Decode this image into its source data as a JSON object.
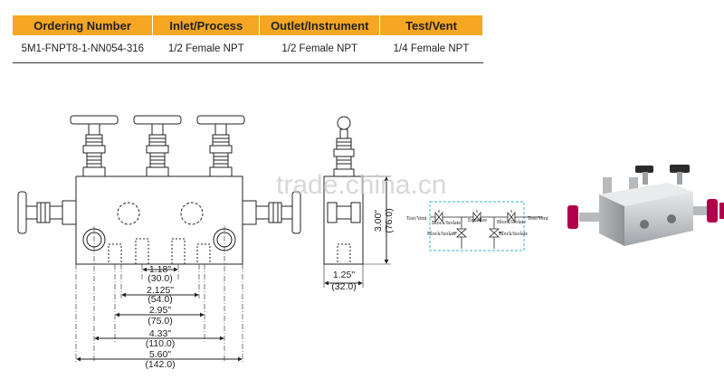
{
  "table": {
    "headers": [
      "Ordering Number",
      "Inlet/Process",
      "Outlet/Instrument",
      "Test/Vent"
    ],
    "rows": [
      [
        "5M1-FNPT8-1-NN054-316",
        "1/2 Female NPT",
        "1/2 Female NPT",
        "1/4 Female NPT"
      ]
    ],
    "header_color": "#f5a623"
  },
  "front_view": {
    "dims": [
      {
        "in": "1.18\"",
        "mm": "(30.0)"
      },
      {
        "in": "2.125\"",
        "mm": "(54.0)"
      },
      {
        "in": "2.95\"",
        "mm": "(75.0)"
      },
      {
        "in": "4.33\"",
        "mm": "(110.0)"
      },
      {
        "in": "5.60\"",
        "mm": "(142.0)"
      }
    ]
  },
  "side_view": {
    "height_in": "3.00\"",
    "height_mm": "(76.0)",
    "width_in": "1.25\"",
    "width_mm": "(32.0)"
  },
  "schematic": {
    "test_vent_left": "Test/Vent",
    "block_isolate_top_left": "Block/Isolate",
    "equalize": "Equalize",
    "block_isolate_top_right": "Block/Isolate",
    "test_vent_right": "Test/Vent",
    "block_isolate_bottom_left": "Block/Isolate",
    "block_isolate_bottom_right": "Block/Isolate",
    "frame_color": "#3ab4c8"
  },
  "watermark": "trade.china.cn",
  "product_photo": {
    "handle_color": "#b0004a",
    "body_color": "#d0d3d6"
  }
}
